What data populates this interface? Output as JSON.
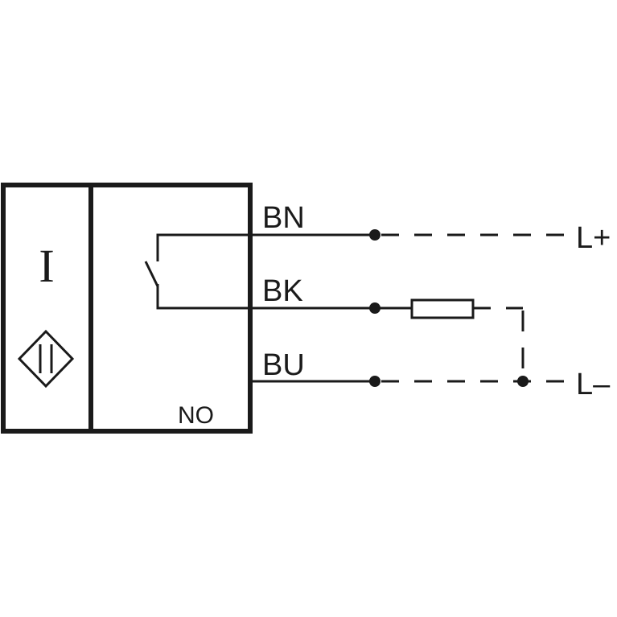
{
  "symbol": {
    "type_letter": "I"
  },
  "wires": {
    "bn": {
      "label": "BN",
      "terminal": "L+"
    },
    "bk": {
      "label": "BK"
    },
    "bu": {
      "label": "BU",
      "terminal": "L–"
    }
  },
  "output_type": "NO",
  "colors": {
    "line": "#1a1a1a",
    "background": "#ffffff"
  }
}
